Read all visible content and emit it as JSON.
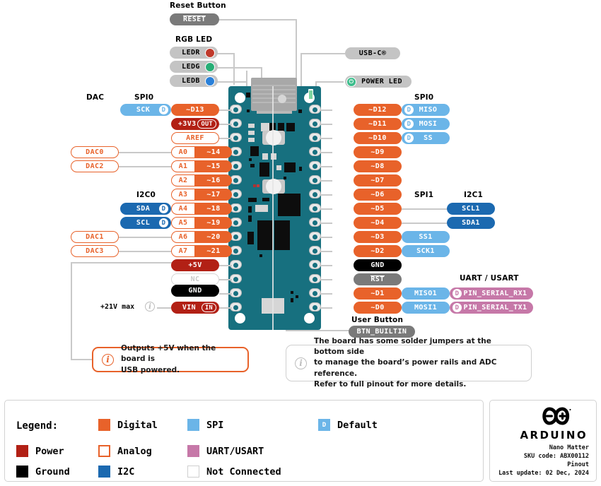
{
  "board": {
    "name": "Nano Matter",
    "sku_line": "SKU code: ABX00112",
    "doc_type": "Pinout",
    "last_update": "Last update: 02 Dec, 2024",
    "brand": "ARDUINO"
  },
  "callouts": {
    "reset_button_caption": "Reset Button",
    "reset_pill": "RESET",
    "rgb_led_caption": "RGB LED",
    "led_r": "LEDR",
    "led_g": "LEDG",
    "led_b": "LEDB",
    "usb_c": "USB-C®",
    "power_led": "POWER LED",
    "user_button_caption": "User Button",
    "btn_builtin": "BTN_BUILTIN"
  },
  "captions": {
    "dac_left": "DAC",
    "spi0_left": "SPI0",
    "i2c0_left": "I2C0",
    "spi0_right": "SPI0",
    "spi1_right": "SPI1",
    "i2c1_right": "I2C1",
    "uart_right": "UART / USART",
    "vin_note": "+21V max"
  },
  "left_column": {
    "pins": [
      {
        "type": "digital",
        "label": "~D13",
        "alt": null,
        "spi": "SCK",
        "spi_default": "D",
        "dac": null
      },
      {
        "type": "power",
        "label": "+3V3",
        "badge": "OUT"
      },
      {
        "type": "analogout",
        "label": "AREF"
      },
      {
        "type": "analog_digital",
        "analog": "A0",
        "digital": "~14",
        "dac": "DAC0"
      },
      {
        "type": "analog_digital",
        "analog": "A1",
        "digital": "~15",
        "dac": "DAC2"
      },
      {
        "type": "analog_digital",
        "analog": "A2",
        "digital": "~16",
        "dac": null
      },
      {
        "type": "analog_digital",
        "analog": "A3",
        "digital": "~17",
        "dac": null
      },
      {
        "type": "analog_digital",
        "analog": "A4",
        "digital": "~18",
        "i2c": "SDA",
        "i2c_default": "D"
      },
      {
        "type": "analog_digital",
        "analog": "A5",
        "digital": "~19",
        "i2c": "SCL",
        "i2c_default": "D"
      },
      {
        "type": "analog_digital",
        "analog": "A6",
        "digital": "~20",
        "dac": "DAC1"
      },
      {
        "type": "analog_digital",
        "analog": "A7",
        "digital": "~21",
        "dac": "DAC3"
      },
      {
        "type": "power",
        "label": "+5V"
      },
      {
        "type": "nc",
        "label": "NC"
      },
      {
        "type": "ground",
        "label": "GND"
      },
      {
        "type": "power",
        "label": "VIN",
        "badge": "IN"
      }
    ]
  },
  "right_column": {
    "pins": [
      {
        "type": "digital",
        "label": "~D12",
        "spi": "MISO",
        "spi_default": "D"
      },
      {
        "type": "digital",
        "label": "~D11",
        "spi": "MOSI",
        "spi_default": "D"
      },
      {
        "type": "digital",
        "label": "~D10",
        "spi": "SS",
        "spi_default": "D"
      },
      {
        "type": "digital",
        "label": "~D9"
      },
      {
        "type": "digital",
        "label": "~D8"
      },
      {
        "type": "digital",
        "label": "~D7"
      },
      {
        "type": "digital",
        "label": "~D6"
      },
      {
        "type": "digital",
        "label": "~D5",
        "i2c": "SCL1"
      },
      {
        "type": "digital",
        "label": "~D4",
        "i2c": "SDA1"
      },
      {
        "type": "digital",
        "label": "~D3",
        "spi": "SS1"
      },
      {
        "type": "digital",
        "label": "~D2",
        "spi": "SCK1"
      },
      {
        "type": "ground",
        "label": "GND"
      },
      {
        "type": "grey",
        "label": "RST"
      },
      {
        "type": "digital",
        "label": "~D1",
        "spi": "MISO1",
        "uart": "PIN_SERIAL_RX1",
        "uart_default": "D"
      },
      {
        "type": "digital",
        "label": "~D0",
        "spi": "MOSI1",
        "uart": "PIN_SERIAL_TX1",
        "uart_default": "D"
      }
    ]
  },
  "notes": {
    "note_5v": "Outputs +5V when the board is\nUSB powered.",
    "note_5v_l1": "Outputs +5V when the board is",
    "note_5v_l2": "USB powered.",
    "note_jumpers_l1": "The board has some solder jumpers at the bottom side",
    "note_jumpers_l2": "to manage the board’s power rails and ADC reference.",
    "note_jumpers_l3": "Refer to full pinout for more details."
  },
  "legend": {
    "title": "Legend:",
    "items": [
      {
        "label": "Digital",
        "swatch": "digital"
      },
      {
        "label": "SPI",
        "swatch": "spi"
      },
      {
        "label": "Default",
        "swatch": "deflt",
        "glyph": "D"
      },
      {
        "label": "Power",
        "swatch": "power"
      },
      {
        "label": "Analog",
        "swatch": "analog"
      },
      {
        "label": "UART/USART",
        "swatch": "uart"
      },
      {
        "label": "Ground",
        "swatch": "ground"
      },
      {
        "label": "I2C",
        "swatch": "i2c"
      },
      {
        "label": "Not Connected",
        "swatch": "nc"
      }
    ]
  },
  "colors": {
    "digital": "#e8622a",
    "power": "#b22015",
    "ground": "#000000",
    "spi": "#6bb5e8",
    "i2c": "#1b69b0",
    "uart": "#c678a8",
    "grey": "#7a7a7a",
    "pcb": "#17707f",
    "not_connected": "#d6d6d6"
  }
}
